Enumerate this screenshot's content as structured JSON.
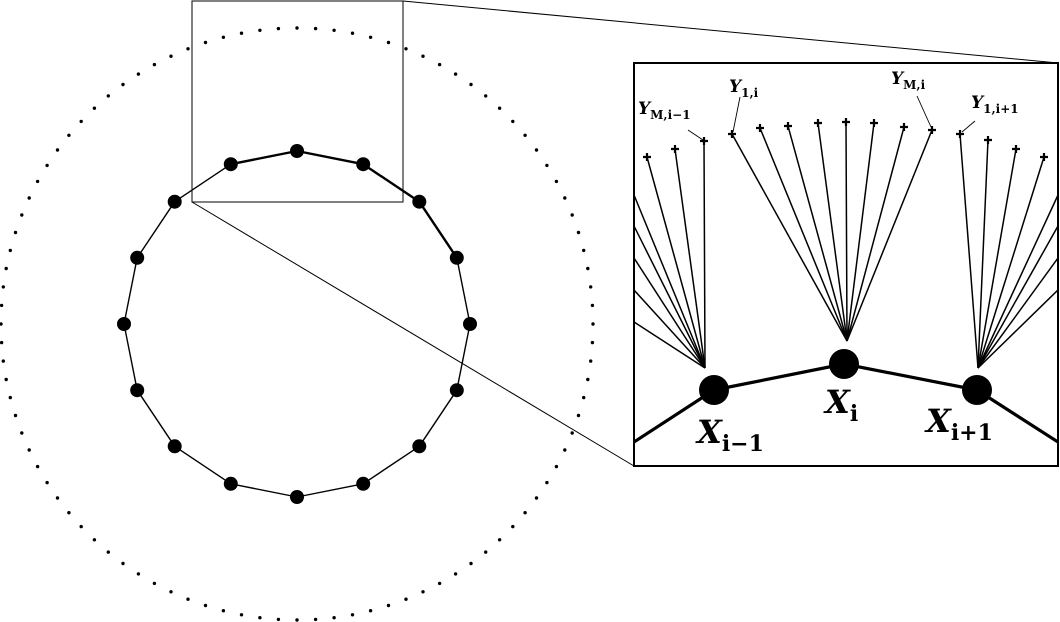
{
  "colors": {
    "ink": "#000000",
    "paper": "#ffffff"
  },
  "overview": {
    "node_count": 16,
    "outer_ring_dot_count": 100
  },
  "inset": {
    "node_labels": [
      {
        "base": "X",
        "sub": "i−1"
      },
      {
        "base": "X",
        "sub": "i"
      },
      {
        "base": "X",
        "sub": "i+1"
      }
    ],
    "point_labels": [
      {
        "base": "Y",
        "sub": "M,i−1"
      },
      {
        "base": "Y",
        "sub": "1,i"
      },
      {
        "base": "Y",
        "sub": "M,i"
      },
      {
        "base": "Y",
        "sub": "1,i+1"
      }
    ]
  }
}
